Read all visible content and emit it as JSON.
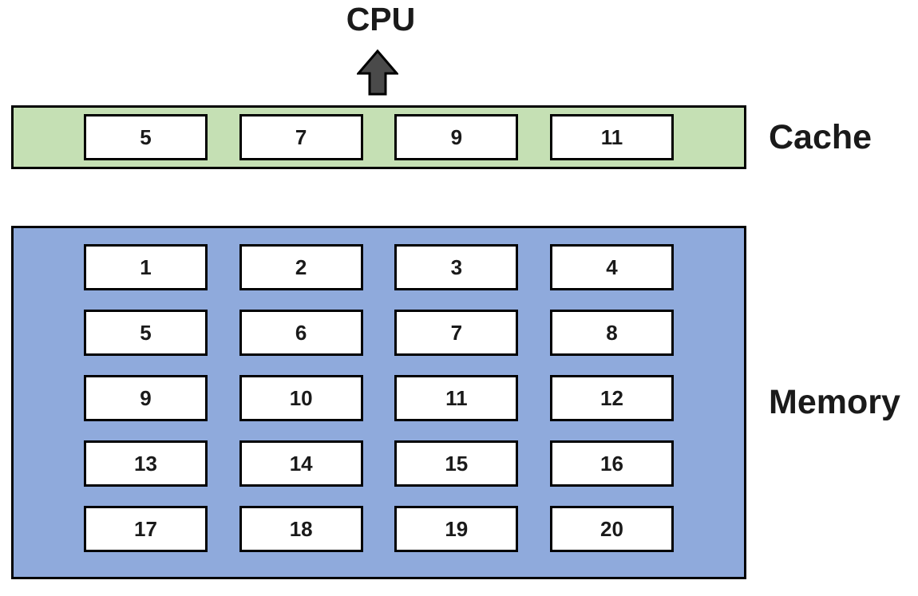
{
  "cpu": {
    "label": "CPU"
  },
  "cache": {
    "label": "Cache",
    "cells": [
      "5",
      "7",
      "9",
      "11"
    ]
  },
  "memory": {
    "label": "Memory",
    "cells": [
      "1",
      "2",
      "3",
      "4",
      "5",
      "6",
      "7",
      "8",
      "9",
      "10",
      "11",
      "12",
      "13",
      "14",
      "15",
      "16",
      "17",
      "18",
      "19",
      "20"
    ]
  },
  "colors": {
    "cache_fill": "#c5e0b4",
    "memory_fill": "#8faadc",
    "cell_fill": "#ffffff",
    "border_color": "#000000",
    "arrow_fill": "#4a4a4a"
  }
}
